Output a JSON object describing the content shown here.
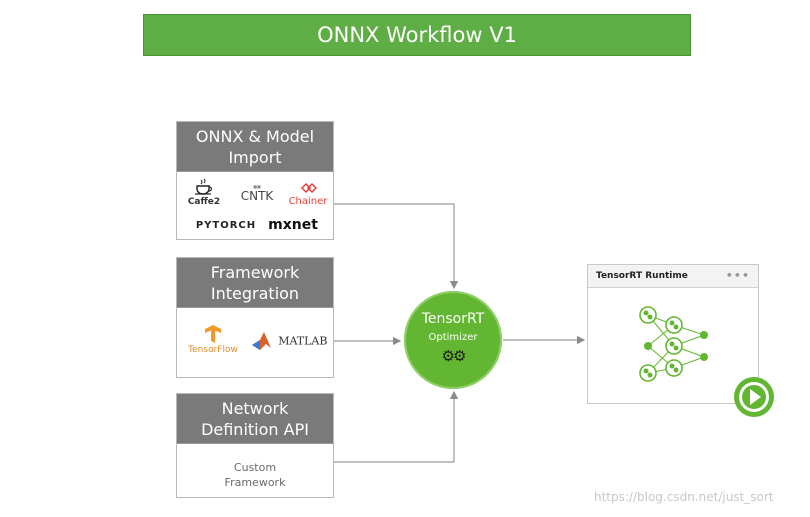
{
  "title": "ONNX Workflow V1",
  "boxes": [
    {
      "header": "ONNX & Model Import",
      "logos": [
        "Caffe2",
        "CNTK",
        "Chainer",
        "PYTORCH",
        "mxnet"
      ]
    },
    {
      "header": "Framework Integration",
      "logos": [
        "TensorFlow",
        "MATLAB"
      ]
    },
    {
      "header": "Network Definition API",
      "body_lines": [
        "Custom",
        "Framework"
      ]
    }
  ],
  "optimizer": {
    "title": "TensorRT",
    "subtitle": "Optimizer",
    "icon": "gears-icon"
  },
  "runtime": {
    "title": "TensorRT Runtime",
    "menu": "•••",
    "icon": "neural-network-icon"
  },
  "play_icon": "play-icon",
  "colors": {
    "green": "#62b631",
    "title_green": "#5fae45",
    "header_gray": "#7a7a7a"
  },
  "watermark": "https://blog.csdn.net/just_sort"
}
